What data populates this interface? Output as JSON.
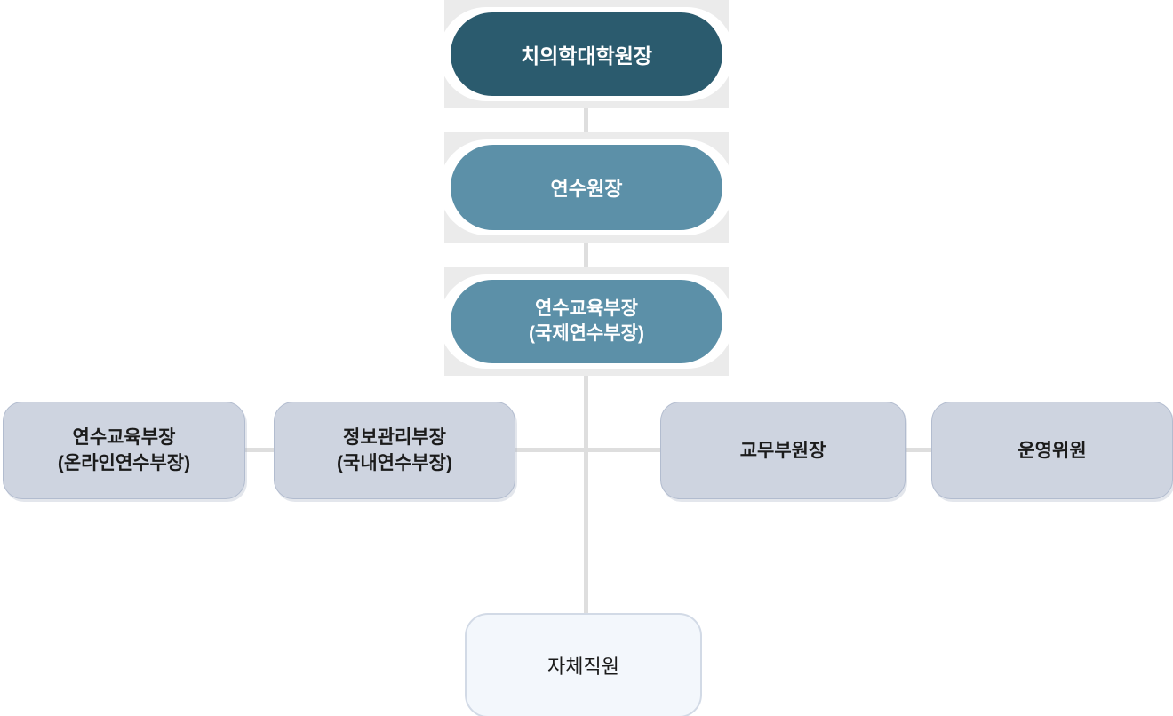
{
  "colors": {
    "page_bg": "#ffffff",
    "level1_fill": "#2b5b6e",
    "level2_fill": "#5c90a8",
    "dept_fill": "#ced4e0",
    "dept_border": "#b2bccf",
    "staff_fill": "#f3f7fc",
    "staff_border": "#d2dae6",
    "connector": "#dedede",
    "node_backdrop": "#ebebeb",
    "pill_text": "#ffffff",
    "dept_text": "#1b1b1b"
  },
  "org_chart": {
    "level1": {
      "label": "치의학대학원장"
    },
    "level2": {
      "label": "연수원장"
    },
    "level3": {
      "label": "연수교육부장",
      "sublabel": "(국제연수부장)"
    },
    "level4": [
      {
        "label": "연수교육부장",
        "sublabel": "(온라인연수부장)"
      },
      {
        "label": "정보관리부장",
        "sublabel": "(국내연수부장)"
      },
      {
        "label": "교무부원장",
        "sublabel": ""
      },
      {
        "label": "운영위원",
        "sublabel": ""
      }
    ],
    "level5": {
      "label": "자체직원"
    }
  }
}
